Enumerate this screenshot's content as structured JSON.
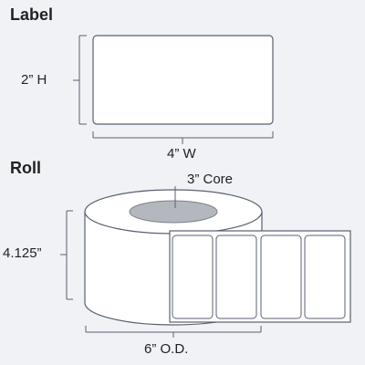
{
  "sections": {
    "label": {
      "heading": "Label",
      "height": "2” H",
      "width": "4” W"
    },
    "roll": {
      "heading": "Roll",
      "core": "3” Core",
      "roll_width": "4.125”",
      "outer_diameter": "6” O.D."
    }
  },
  "colors": {
    "background": "#f0f2f6",
    "outline": "#5a6070",
    "core": "#b4b7bd",
    "label_fill": "#ffffff"
  }
}
